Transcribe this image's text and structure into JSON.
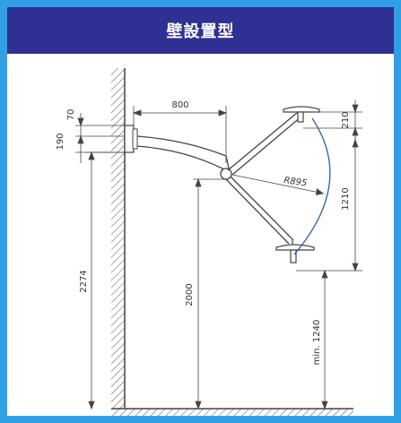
{
  "header": {
    "title": "壁設置型"
  },
  "dimensions": {
    "d70": "70",
    "d190": "190",
    "d2274": "2274",
    "d800": "800",
    "d2000": "2000",
    "dR895": "R895",
    "d210": "210",
    "d1210": "1210",
    "dmin1240": "min. 1240"
  },
  "colors": {
    "header_bg": "#2e3192",
    "page_border": "#2f9fe6",
    "line": "#444444",
    "arc": "#2e5fa8"
  }
}
